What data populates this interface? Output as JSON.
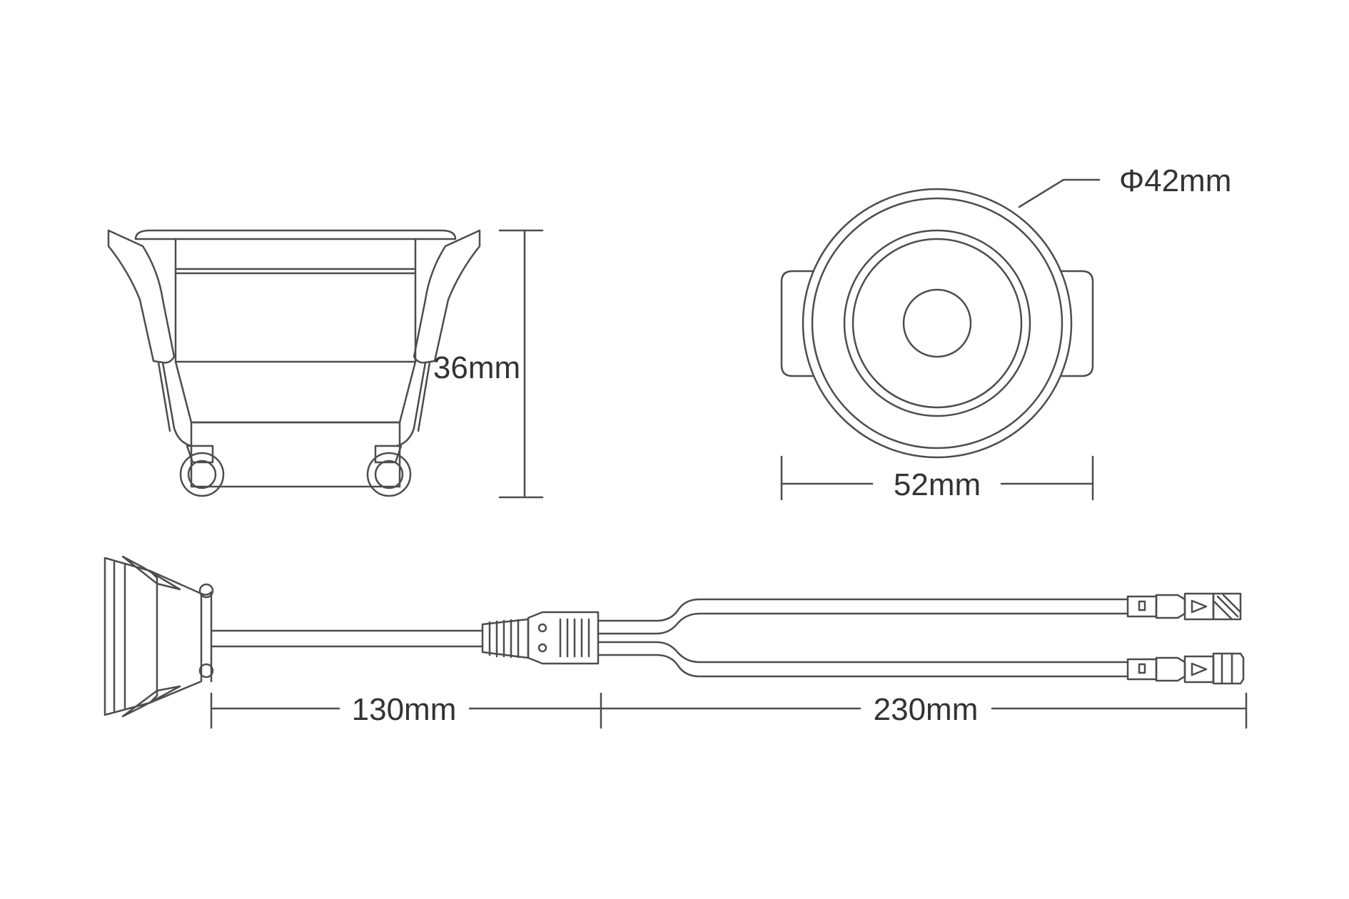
{
  "dimensions": {
    "height": "36mm",
    "diameter": "Φ42mm",
    "width": "52mm",
    "cable_to_connector": "130mm",
    "connector_to_ends": "230mm"
  },
  "colors": {
    "line": "#4d4d4d",
    "text": "#333333",
    "background": "#ffffff"
  }
}
